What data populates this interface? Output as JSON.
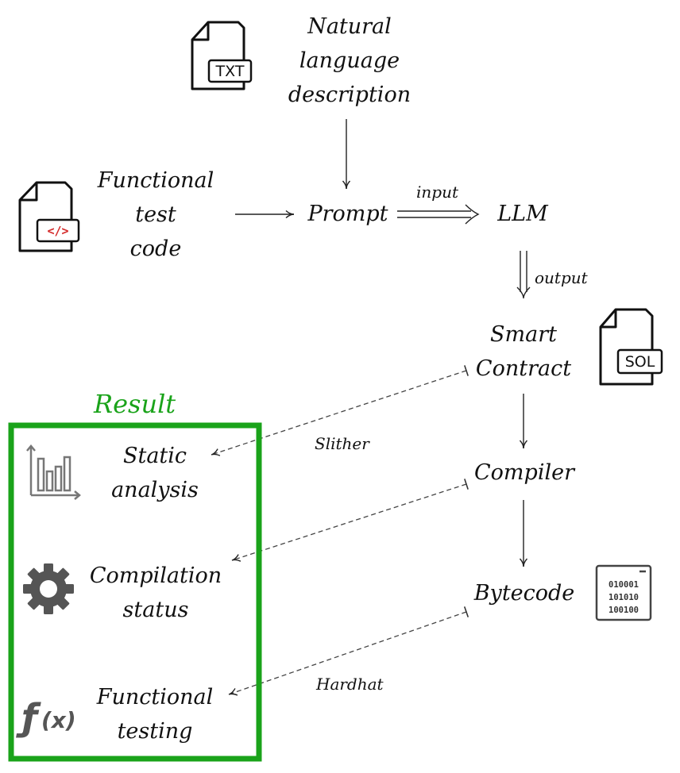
{
  "nodes": {
    "natural_language": [
      "Natural",
      "language",
      "description"
    ],
    "functional_test_code": [
      "Functional",
      "test",
      "code"
    ],
    "prompt": "Prompt",
    "llm": "LLM",
    "smart_contract": [
      "Smart",
      "Contract"
    ],
    "compiler": "Compiler",
    "bytecode": "Bytecode"
  },
  "edge_labels": {
    "input": "input",
    "output": "output",
    "slither": "Slither",
    "hardhat": "Hardhat"
  },
  "result": {
    "title": "Result",
    "static_analysis": [
      "Static",
      "analysis"
    ],
    "compilation_status": [
      "Compilation",
      "status"
    ],
    "functional_testing": [
      "Functional",
      "testing"
    ]
  },
  "icons": {
    "txt_file": "TXT",
    "code_file": "</>",
    "sol_file": "SOL",
    "binary_rows": [
      "010001",
      "101010",
      "100100"
    ],
    "function": "f(x)"
  },
  "colors": {
    "result_accent": "#1aa31a",
    "icon_gray": "#555555",
    "code_red": "#d42a2a"
  }
}
